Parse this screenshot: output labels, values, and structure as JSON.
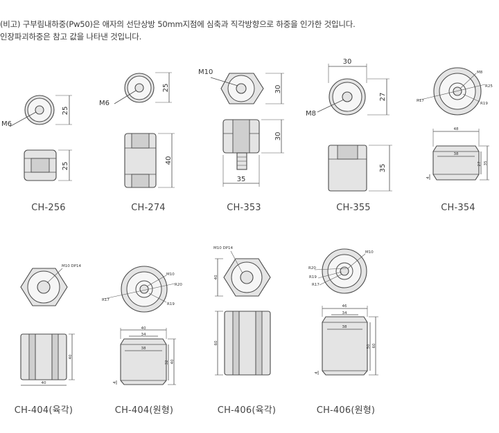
{
  "notes": {
    "line1": "(비고) 구부림내하중(Pw50)은 애자의 선단상방 50mm지점에 심축과 직각방향으로 하중을  인가한 것입니다.",
    "line2": "인장파괴하중은 참고 값을 나타낸 것입니다."
  },
  "products": [
    {
      "model": "CH-256",
      "thread": "M6",
      "dims": [
        "25",
        "25"
      ]
    },
    {
      "model": "CH-274",
      "thread": "M6",
      "dims": [
        "25",
        "40"
      ]
    },
    {
      "model": "CH-353",
      "thread": "M10",
      "dims": [
        "30",
        "30",
        "35"
      ]
    },
    {
      "model": "CH-355",
      "thread": "M8",
      "dims": [
        "30",
        "27",
        "35"
      ]
    },
    {
      "model": "CH-354",
      "thread": "M8",
      "dims": [
        "R25",
        "R17",
        "R19",
        "48",
        "38",
        "27",
        "35",
        "4"
      ]
    },
    {
      "model": "CH-404(육각)",
      "thread": "M10 DP14",
      "dims": [
        "40",
        "40"
      ]
    },
    {
      "model": "CH-404(원형)",
      "thread": "M10",
      "dims": [
        "R20",
        "R17",
        "R19",
        "40",
        "34",
        "38",
        "32",
        "40",
        "4"
      ]
    },
    {
      "model": "CH-406(육각)",
      "thread": "M10 DP14",
      "dims": [
        "40",
        "60"
      ]
    },
    {
      "model": "CH-406(원형)",
      "thread": "M10",
      "dims": [
        "R20",
        "R19",
        "R17",
        "46",
        "34",
        "38",
        "50",
        "60",
        "4"
      ]
    }
  ]
}
